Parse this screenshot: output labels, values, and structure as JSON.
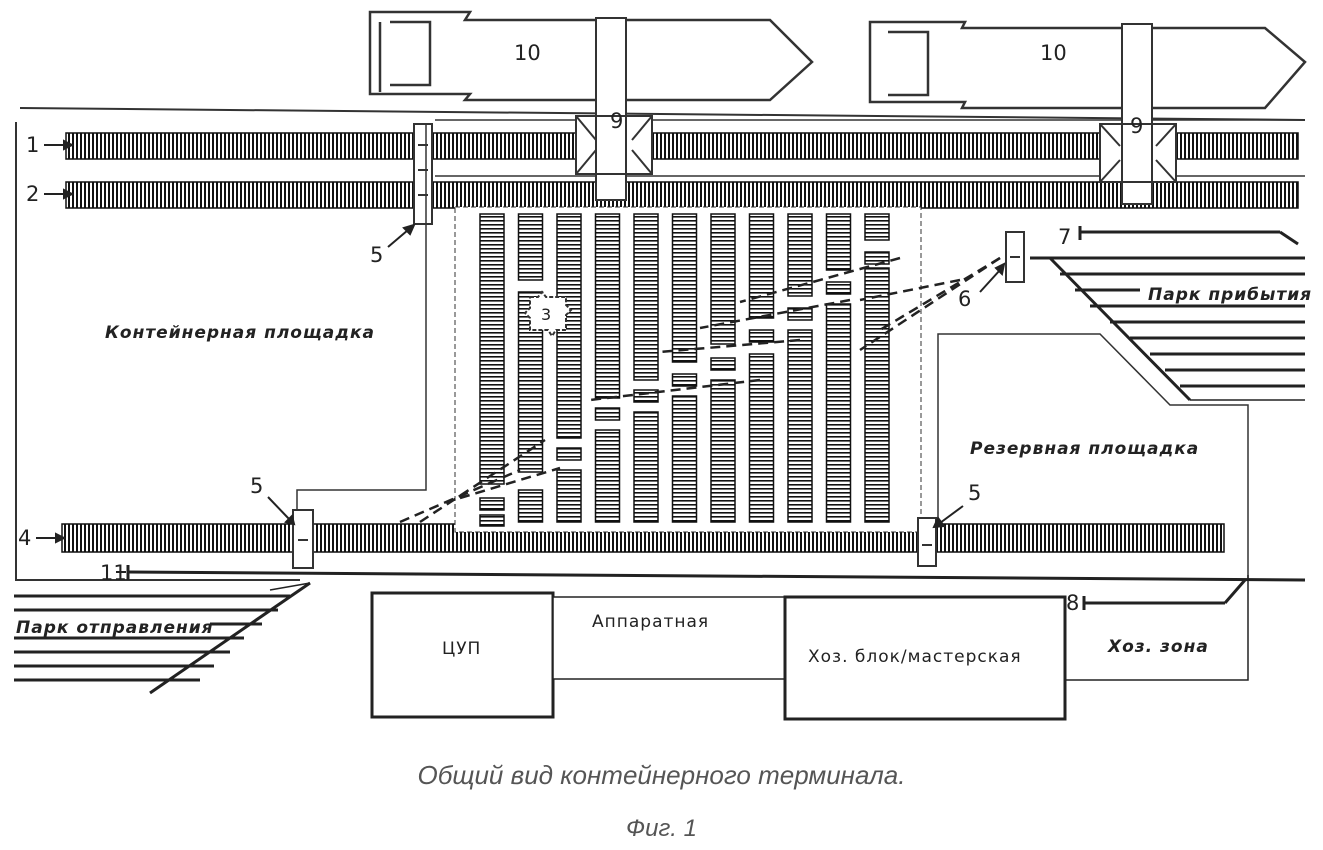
{
  "labels": {
    "n1": "1",
    "n2": "2",
    "n3": "3",
    "n4": "4",
    "n5": "5",
    "n6": "6",
    "n7": "7",
    "n8": "8",
    "n9": "9",
    "n10": "10",
    "n11": "11"
  },
  "areas": {
    "container_yard": "Контейнерная площадка",
    "reserve_yard": "Резервная площадка",
    "arrival_park": "Парк прибытия",
    "departure_park": "Парк отправления",
    "utility_zone": "Хоз. зона"
  },
  "buildings": {
    "control_center": "ЦУП",
    "equipment_room": "Аппаратная",
    "workshop": "Хоз. блок/мастерская"
  },
  "caption": "Общий вид контейнерного терминала.",
  "figure": "Фиг. 1"
}
